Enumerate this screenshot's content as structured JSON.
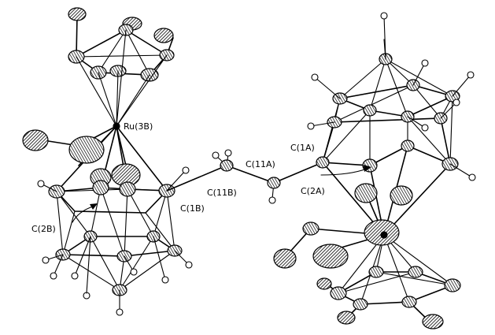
{
  "figure": {
    "labels": {
      "ru3b": "Ru(3B)",
      "c2b": "C(2B)",
      "c1b": "C(1B)",
      "c11b": "C(11B)",
      "c11a": "C(11A)",
      "c1a": "C(1A)",
      "c2a": "C(2A)"
    }
  }
}
